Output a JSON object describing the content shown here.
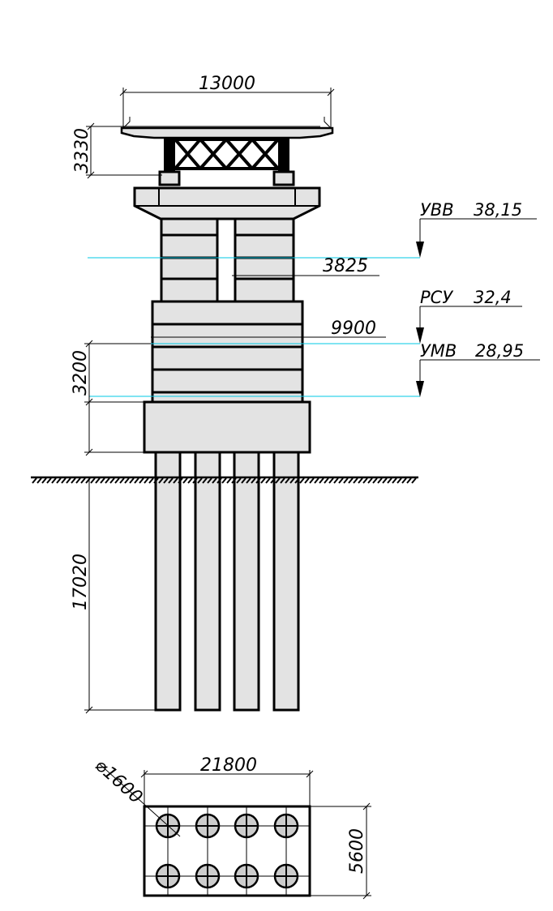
{
  "dimensions": {
    "deck_width": "13000",
    "superstructure_height": "3330",
    "column_gap": "3825",
    "pier_width": "9900",
    "pier_shaft_height": "3200",
    "pile_length": "17020",
    "pile_cap_length": "21800",
    "pile_diameter": "⌀1600",
    "pile_cap_width": "5600"
  },
  "levels": [
    {
      "name": "УВВ",
      "value": "38,15"
    },
    {
      "name": "РСУ",
      "value": "32,4"
    },
    {
      "name": "УМВ",
      "value": "28,95"
    }
  ],
  "colors": {
    "line": "#000000",
    "concrete": "#e3e3e3",
    "water_line": "#00c8e6",
    "pile_plan_fill": "#cccccc"
  }
}
